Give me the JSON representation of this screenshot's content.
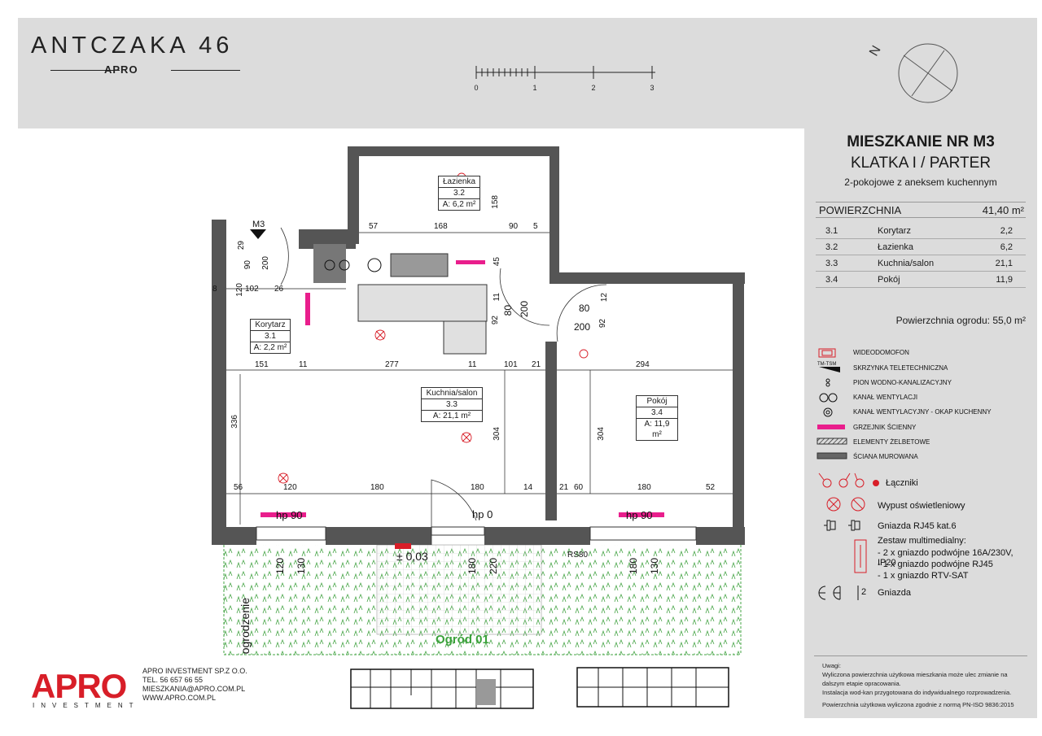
{
  "project": {
    "title": "ANTCZAKA 46",
    "brand": "APRO"
  },
  "scale_bar": {
    "ticks": [
      "0",
      "1",
      "2",
      "3"
    ]
  },
  "compass": {
    "letter": "N"
  },
  "apartment": {
    "title": "MIESZKANIE NR M3",
    "staircase": "KLATKA I / PARTER",
    "type": "2-pokojowe z aneksem kuchennym",
    "area_label": "POWIERZCHNIA",
    "area_value": "41,40 m²",
    "rooms": [
      {
        "num": "3.1",
        "name": "Korytarz",
        "area": "2,2"
      },
      {
        "num": "3.2",
        "name": "Łazienka",
        "area": "6,2"
      },
      {
        "num": "3.3",
        "name": "Kuchnia/salon",
        "area": "21,1"
      },
      {
        "num": "3.4",
        "name": "Pokój",
        "area": "11,9"
      }
    ],
    "garden_area": "Powierzchnia ogrodu: 55,0 m²"
  },
  "legend": {
    "items": [
      "WIDEODOMOFON",
      "SKRZYNKA TELETECHNICZNA",
      "PION WODNO-KANALIZACYJNY",
      "KANAŁ WENTYLACJI",
      "KANAŁ WENTYLACYJNY - OKAP KUCHENNY",
      "GRZEJNIK ŚCIENNY",
      "ELEMENTY ŻELBETOWE",
      "ŚCIANA MUROWANA"
    ],
    "tm_label": "TM-TSM",
    "switches": "Łączniki",
    "lighting": "Wypust oświetleniowy",
    "rj45": "Gniazda RJ45 kat.6",
    "multimedia_title": "Zestaw multimedialny:",
    "multimedia_items": [
      "- 2 x gniazdo podwójne 16A/230V, IP20",
      "- 1 x gniazdo podwójne RJ45",
      "- 1 x gniazdo RTV-SAT"
    ],
    "sockets": "Gniazda",
    "sockets_num": "2"
  },
  "notes": {
    "title": "Uwagi:",
    "line1": "Wyliczona powierzchnia użytkowa mieszkania może ulec zmianie na dalszym etapie opracowania.",
    "line2": "Instalacja wod-kan przygotowana do indywidualnego rozprowadzenia.",
    "line3": "Powierzchnia użytkowa wyliczona zgodnie z normą PN-ISO 9836:2015"
  },
  "company": {
    "logo": "APRO",
    "logo_sub": "INVESTMENT",
    "name": "APRO INVESTMENT SP.Z O.O.",
    "tel": "TEL. 56 657 66 55",
    "email": "MIESZKANIA@APRO.COM.PL",
    "web": "WWW.APRO.COM.PL"
  },
  "plan": {
    "unit_tag": "M3",
    "rooms": [
      {
        "name": "Łazienka",
        "num": "3.2",
        "area": "A: 6,2 m²"
      },
      {
        "name": "Korytarz",
        "num": "3.1",
        "area": "A: 2,2 m²"
      },
      {
        "name": "Kuchnia/salon",
        "num": "3.3",
        "area": "A: 21,1 m²"
      },
      {
        "name": "Pokój",
        "num": "3.4",
        "area": "A: 11,9 m²"
      }
    ],
    "garden_label": "Ogród 01",
    "fence_label": "ogrodzenie",
    "level_label": "± 0,03",
    "rs_label": "RS80",
    "hp_left": "hp 90",
    "hp_mid": "hp 0",
    "hp_right": "hp 90",
    "dims": {
      "d57": "57",
      "d168": "168",
      "d90": "90",
      "d5": "5",
      "d158": "158",
      "d29": "29",
      "d90b": "90",
      "d200": "200",
      "d120": "120",
      "d102": "102",
      "d26": "26",
      "d8": "8",
      "d45": "45",
      "d11": "11",
      "d92": "92",
      "d80": "80",
      "d200b": "200",
      "d80b": "80",
      "d200c": "200",
      "d12": "12",
      "d92b": "92",
      "d151": "151",
      "d11b": "11",
      "d277": "277",
      "d11c": "11",
      "d101": "101",
      "d21": "21",
      "d294": "294",
      "d336": "336",
      "d304": "304",
      "d304b": "304",
      "d56": "56",
      "d120b": "120",
      "d180": "180",
      "d180b": "180",
      "d14": "14",
      "d21b": "21",
      "d60": "60",
      "d180c": "180",
      "d52": "52",
      "d120c": "120",
      "d130": "130",
      "d180d": "180",
      "d220": "220",
      "d180e": "180",
      "d130b": "130"
    }
  }
}
